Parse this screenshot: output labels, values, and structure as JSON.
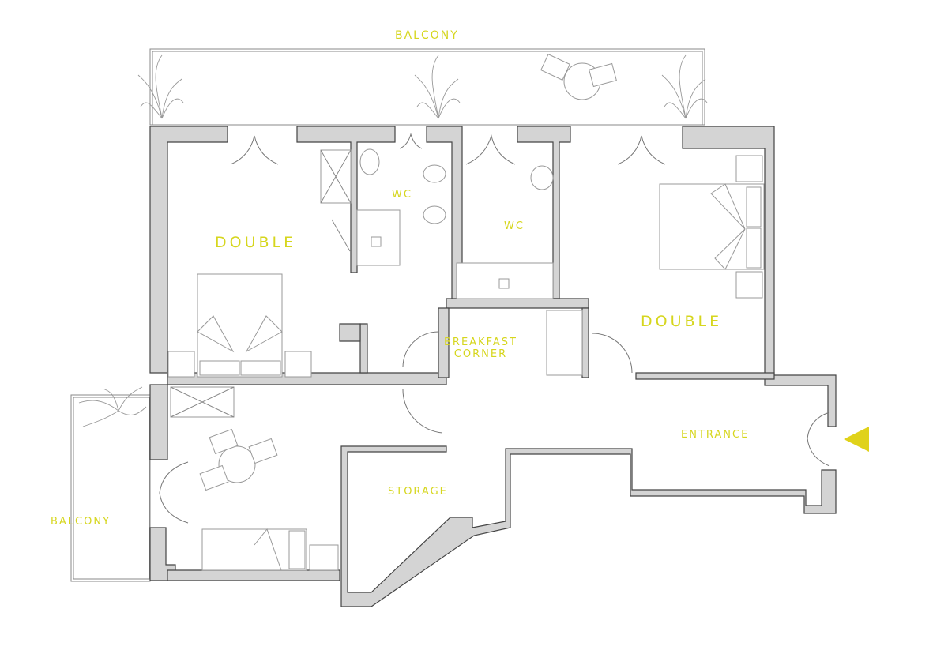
{
  "plan": {
    "rooms": [
      {
        "id": "balcony-top",
        "label": "BALCONY"
      },
      {
        "id": "double-left",
        "label": "DOUBLE"
      },
      {
        "id": "wc-left",
        "label": "WC"
      },
      {
        "id": "wc-right",
        "label": "WC"
      },
      {
        "id": "double-right",
        "label": "DOUBLE"
      },
      {
        "id": "breakfast",
        "label": "BREAKFAST\nCORNER"
      },
      {
        "id": "entrance",
        "label": "ENTRANCE"
      },
      {
        "id": "storage",
        "label": "STORAGE"
      },
      {
        "id": "balcony-left",
        "label": "BALCONY"
      }
    ],
    "colors": {
      "label": "#d6d61e",
      "wall_fill": "#d4d4d4",
      "wall_stroke": "#444444",
      "entrance_arrow": "#e0d21a"
    },
    "icons": [
      "plant-icon",
      "table-chairs-icon",
      "bed-icon",
      "toilet-icon",
      "sink-icon",
      "shower-icon",
      "door-swing-icon",
      "entrance-arrow-icon"
    ]
  }
}
